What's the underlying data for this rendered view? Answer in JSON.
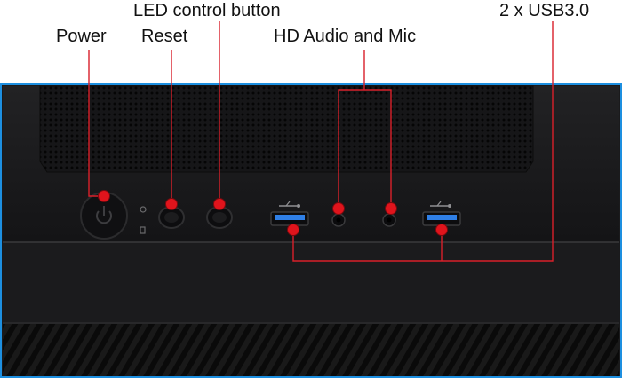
{
  "labels": {
    "power": "Power",
    "led": "LED control button",
    "reset": "Reset",
    "audio": "HD Audio and Mic",
    "usb": "2 x USB3.0"
  },
  "colors": {
    "leader": "#d9202a",
    "marker": "#e0141c",
    "frame": "#1d8fe0",
    "panel": "#1d1d1f",
    "text": "#111111"
  },
  "icons": [
    "power-button-icon",
    "led-indicator-icon",
    "reset-button-icon",
    "led-control-button-icon",
    "usb-symbol-icon",
    "headphone-jack-icon",
    "microphone-jack-icon",
    "usb-port-icon"
  ]
}
